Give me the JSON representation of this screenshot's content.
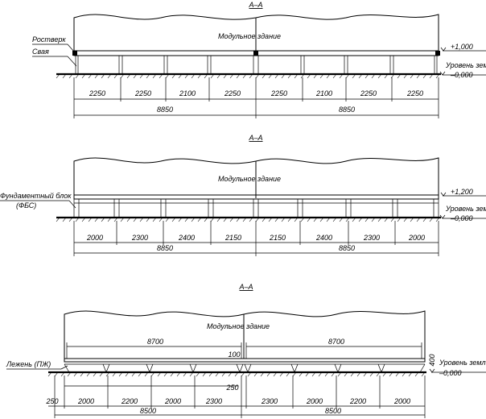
{
  "sections": [
    {
      "title": "А–А",
      "building_label": "Модульное здание",
      "callouts": [
        "Ростверк",
        "Свая"
      ],
      "level_top": "+1,000",
      "level_ground_label": "Уровень земли",
      "level_zero": "–0,000",
      "spans": [
        "2250",
        "2250",
        "2100",
        "2250",
        "2250",
        "2100",
        "2250",
        "2250"
      ],
      "totals": [
        "8850",
        "8850"
      ]
    },
    {
      "title": "А–А",
      "building_label": "Модульное здание",
      "callouts": [
        "Фундаментный блок",
        "(ФБС)"
      ],
      "level_top": "+1,200",
      "level_ground_label": "Уровень земли",
      "level_zero": "–0,000",
      "spans": [
        "2000",
        "2300",
        "2400",
        "2150",
        "2150",
        "2400",
        "2300",
        "2000"
      ],
      "totals": [
        "8850",
        "8850"
      ]
    },
    {
      "title": "А–А",
      "building_label": "Модульное здание",
      "callouts": [
        "Лежень (ПЖ)"
      ],
      "top_totals": [
        "8700",
        "8700"
      ],
      "small_dims": [
        "100",
        "400",
        "250"
      ],
      "level_ground_label": "Уровень земли",
      "level_zero": "–0,000",
      "edge": "250",
      "spans": [
        "2000",
        "2200",
        "2000",
        "2300",
        "2300",
        "2000",
        "2200",
        "2000"
      ],
      "totals": [
        "8500",
        "8500"
      ]
    }
  ]
}
